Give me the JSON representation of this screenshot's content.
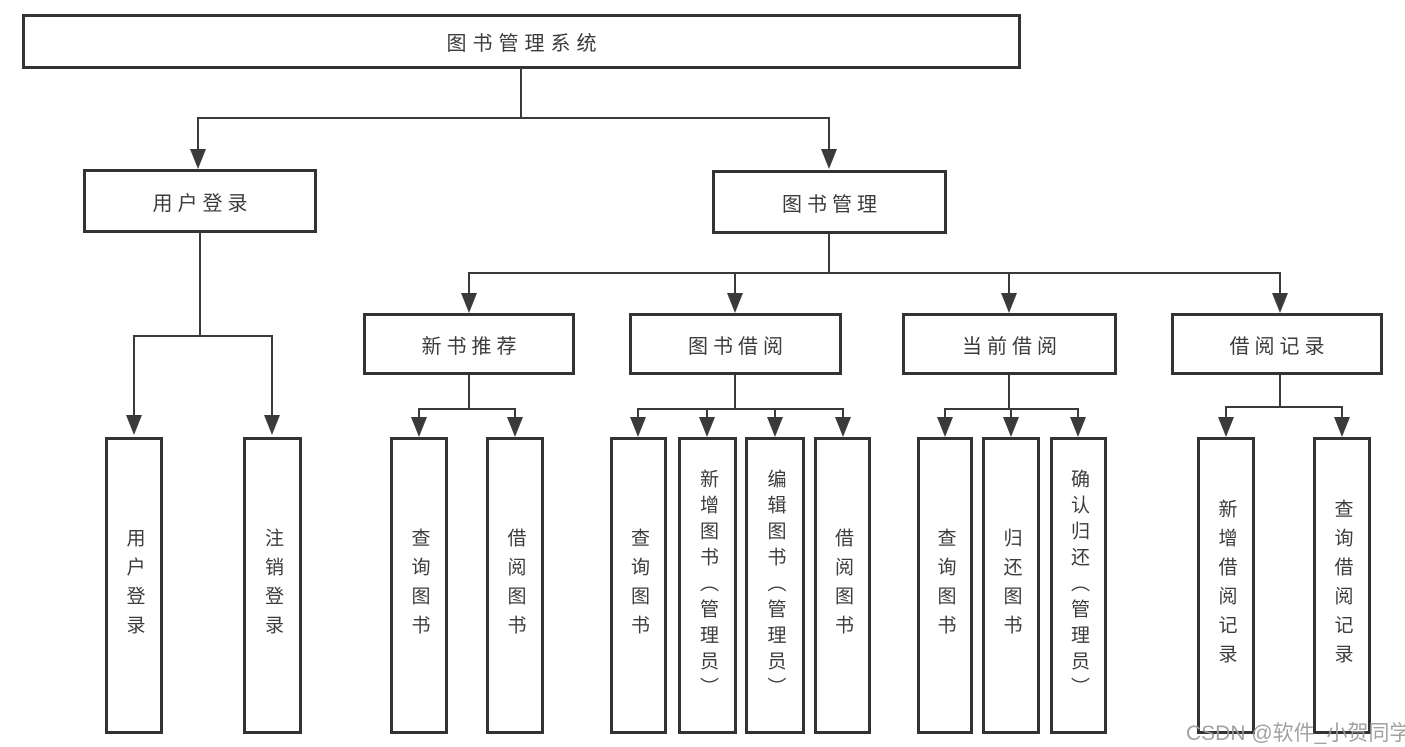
{
  "diagram_title": "图书管理系统",
  "nodes": {
    "root": "图书管理系统",
    "l2": [
      "用户登录",
      "图书管理"
    ],
    "l3": [
      "新书推荐",
      "图书借阅",
      "当前借阅",
      "借阅记录"
    ],
    "leaves": [
      "用户登录",
      "注销登录",
      "查询图书",
      "借阅图书",
      "查询图书",
      "新增图书（管理员）",
      "编辑图书（管理员）",
      "借阅图书",
      "查询图书",
      "归还图书",
      "确认归还（管理员）",
      "新增借阅记录",
      "查询借阅记录"
    ]
  },
  "watermark": {
    "text": "CSDN @软件_小贺同学"
  },
  "colors": {
    "line": "#3a3a3a",
    "box_border": "#333333",
    "text": "#3c3c3c",
    "watermark": "#9a9a9a",
    "background": "#ffffff"
  }
}
